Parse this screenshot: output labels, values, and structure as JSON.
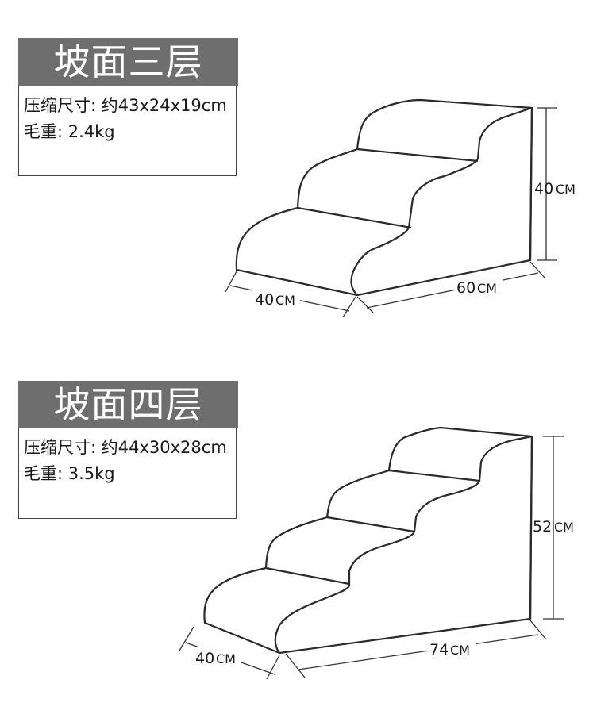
{
  "section_three": {
    "title": "坡面三层",
    "spec_line": "压缩尺寸: 约43x24x19cm",
    "weight_line": "毛重: 2.4kg",
    "dims": {
      "depth_value": "40",
      "depth_unit": "CM",
      "length_value": "60",
      "length_unit": "CM",
      "height_value": "40",
      "height_unit": "CM"
    }
  },
  "section_four": {
    "title": "坡面四层",
    "spec_line": "压缩尺寸: 约44x30x28cm",
    "weight_line": "毛重: 3.5kg",
    "dims": {
      "depth_value": "40",
      "depth_unit": "CM",
      "length_value": "74",
      "length_unit": "CM",
      "height_value": "52",
      "height_unit": "CM"
    }
  },
  "colors": {
    "banner_bg": "#6e6e6e",
    "banner_text": "#ffffff",
    "outline": "#2a2a2a"
  }
}
